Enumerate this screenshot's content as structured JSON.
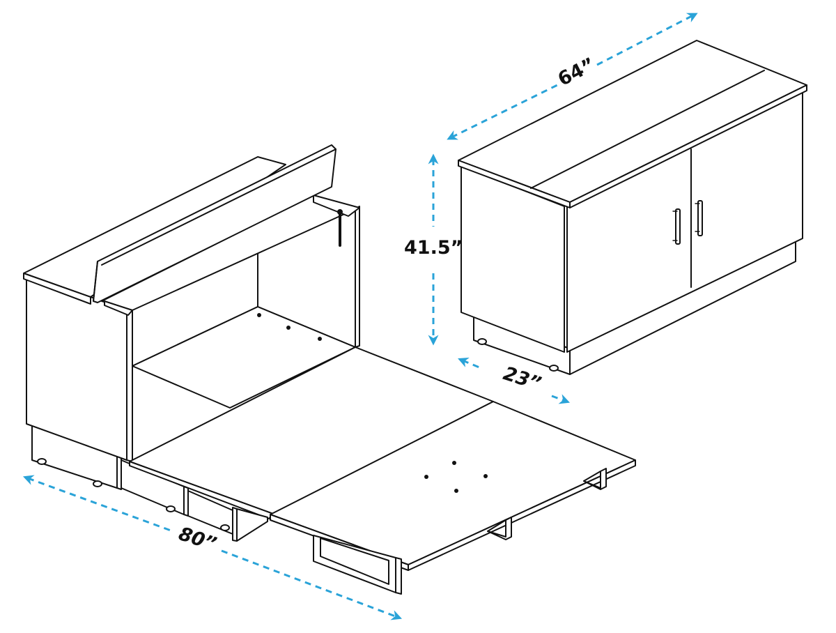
{
  "diagram": {
    "subject": "Cabinet bed — closed cabinet and opened bed with dimensions",
    "colors": {
      "line": "#111111",
      "dimension": "#2aa3d8",
      "background": "#ffffff"
    },
    "dimensions": {
      "width": {
        "label": "64”",
        "value": 64,
        "unit": "in",
        "applies_to": "closed cabinet width"
      },
      "height": {
        "label": "41.5”",
        "value": 41.5,
        "unit": "in",
        "applies_to": "closed cabinet height"
      },
      "depth": {
        "label": "23”",
        "value": 23,
        "unit": "in",
        "applies_to": "closed cabinet depth"
      },
      "open_length": {
        "label": "80”",
        "value": 80,
        "unit": "in",
        "applies_to": "opened bed length"
      }
    },
    "views": [
      {
        "name": "closed-cabinet",
        "features": [
          "two doors",
          "two vertical bar handles",
          "split top",
          "recessed base with casters"
        ]
      },
      {
        "name": "opened-bed",
        "features": [
          "flip-up headboard panel",
          "two-part folding platform",
          "folding support legs",
          "rolling base"
        ]
      }
    ]
  }
}
